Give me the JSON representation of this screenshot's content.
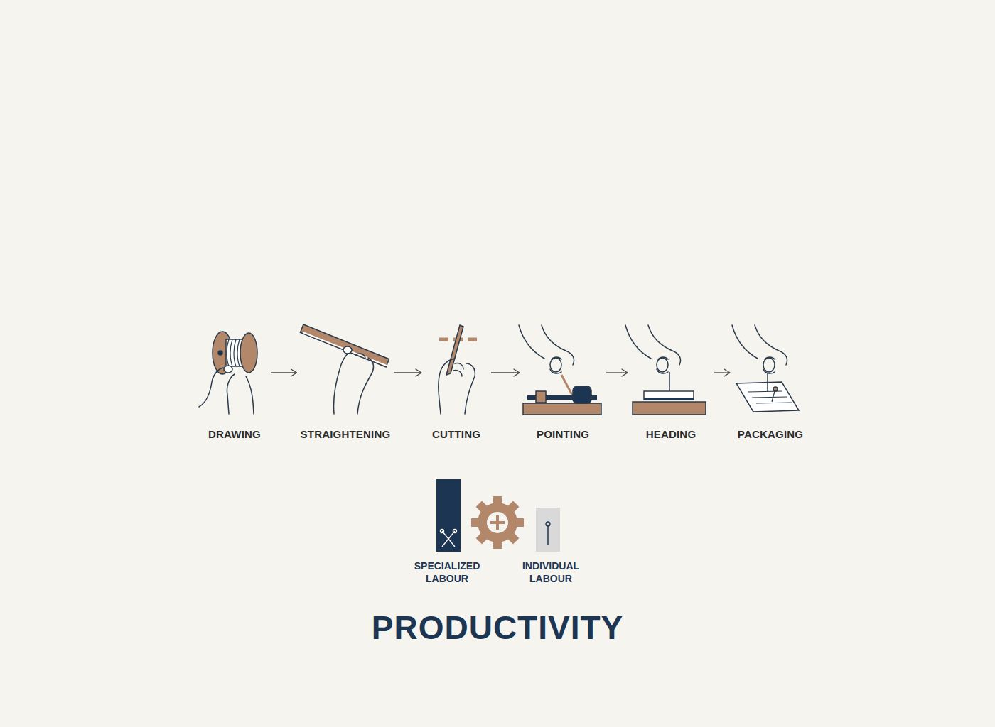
{
  "diagram": {
    "title": "PRODUCTIVITY",
    "nodes": [
      {
        "text": [
          "DRAWING"
        ]
      },
      {
        "text": [
          "STRAIGHTENING"
        ]
      },
      {
        "text": [
          "CUTTING"
        ]
      },
      {
        "text": [
          "POINTING"
        ]
      },
      {
        "text": [
          "HEADING"
        ]
      },
      {
        "text": [
          "PACKAGING"
        ]
      }
    ],
    "edges": [
      {
        "from": 0,
        "to": 1,
        "arrow": "to"
      },
      {
        "from": 1,
        "to": 2,
        "arrow": "to"
      },
      {
        "from": 2,
        "to": 3,
        "arrow": "to"
      },
      {
        "from": 3,
        "to": 4,
        "arrow": "to"
      },
      {
        "from": 4,
        "to": 5,
        "arrow": "to"
      }
    ],
    "labels": [
      "SPECIALIZED LABOUR",
      "INDIVIDUAL LABOUR"
    ]
  }
}
